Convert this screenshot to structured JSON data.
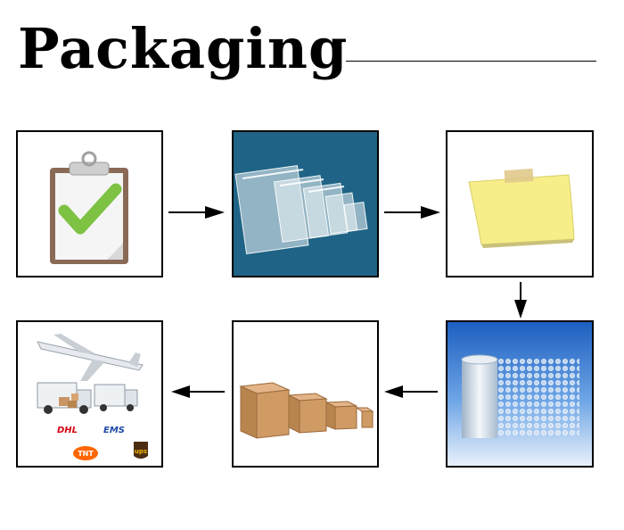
{
  "title": "Packaging",
  "steps": [
    {
      "icon": "clipboard-checkmark-icon"
    },
    {
      "icon": "zip-bags-icon"
    },
    {
      "icon": "sticky-note-icon"
    },
    {
      "icon": "bubble-wrap-icon"
    },
    {
      "icon": "cartons-icon"
    },
    {
      "icon": "shipping-icon"
    }
  ],
  "carriers": {
    "dhl": "DHL",
    "ems": "EMS",
    "tnt": "TNT",
    "ups": "ups"
  },
  "colors": {
    "border": "#000000",
    "bags_bg": "#1f6486",
    "note_yellow": "#f7ee8a",
    "check_green": "#7dc242",
    "bubble_bg": "#3f7fd0",
    "carton": "#c99565",
    "dhl_red": "#d40511",
    "tnt_orange": "#ff6600",
    "ups_brown": "#4b2e12",
    "ups_gold": "#f5b400"
  }
}
